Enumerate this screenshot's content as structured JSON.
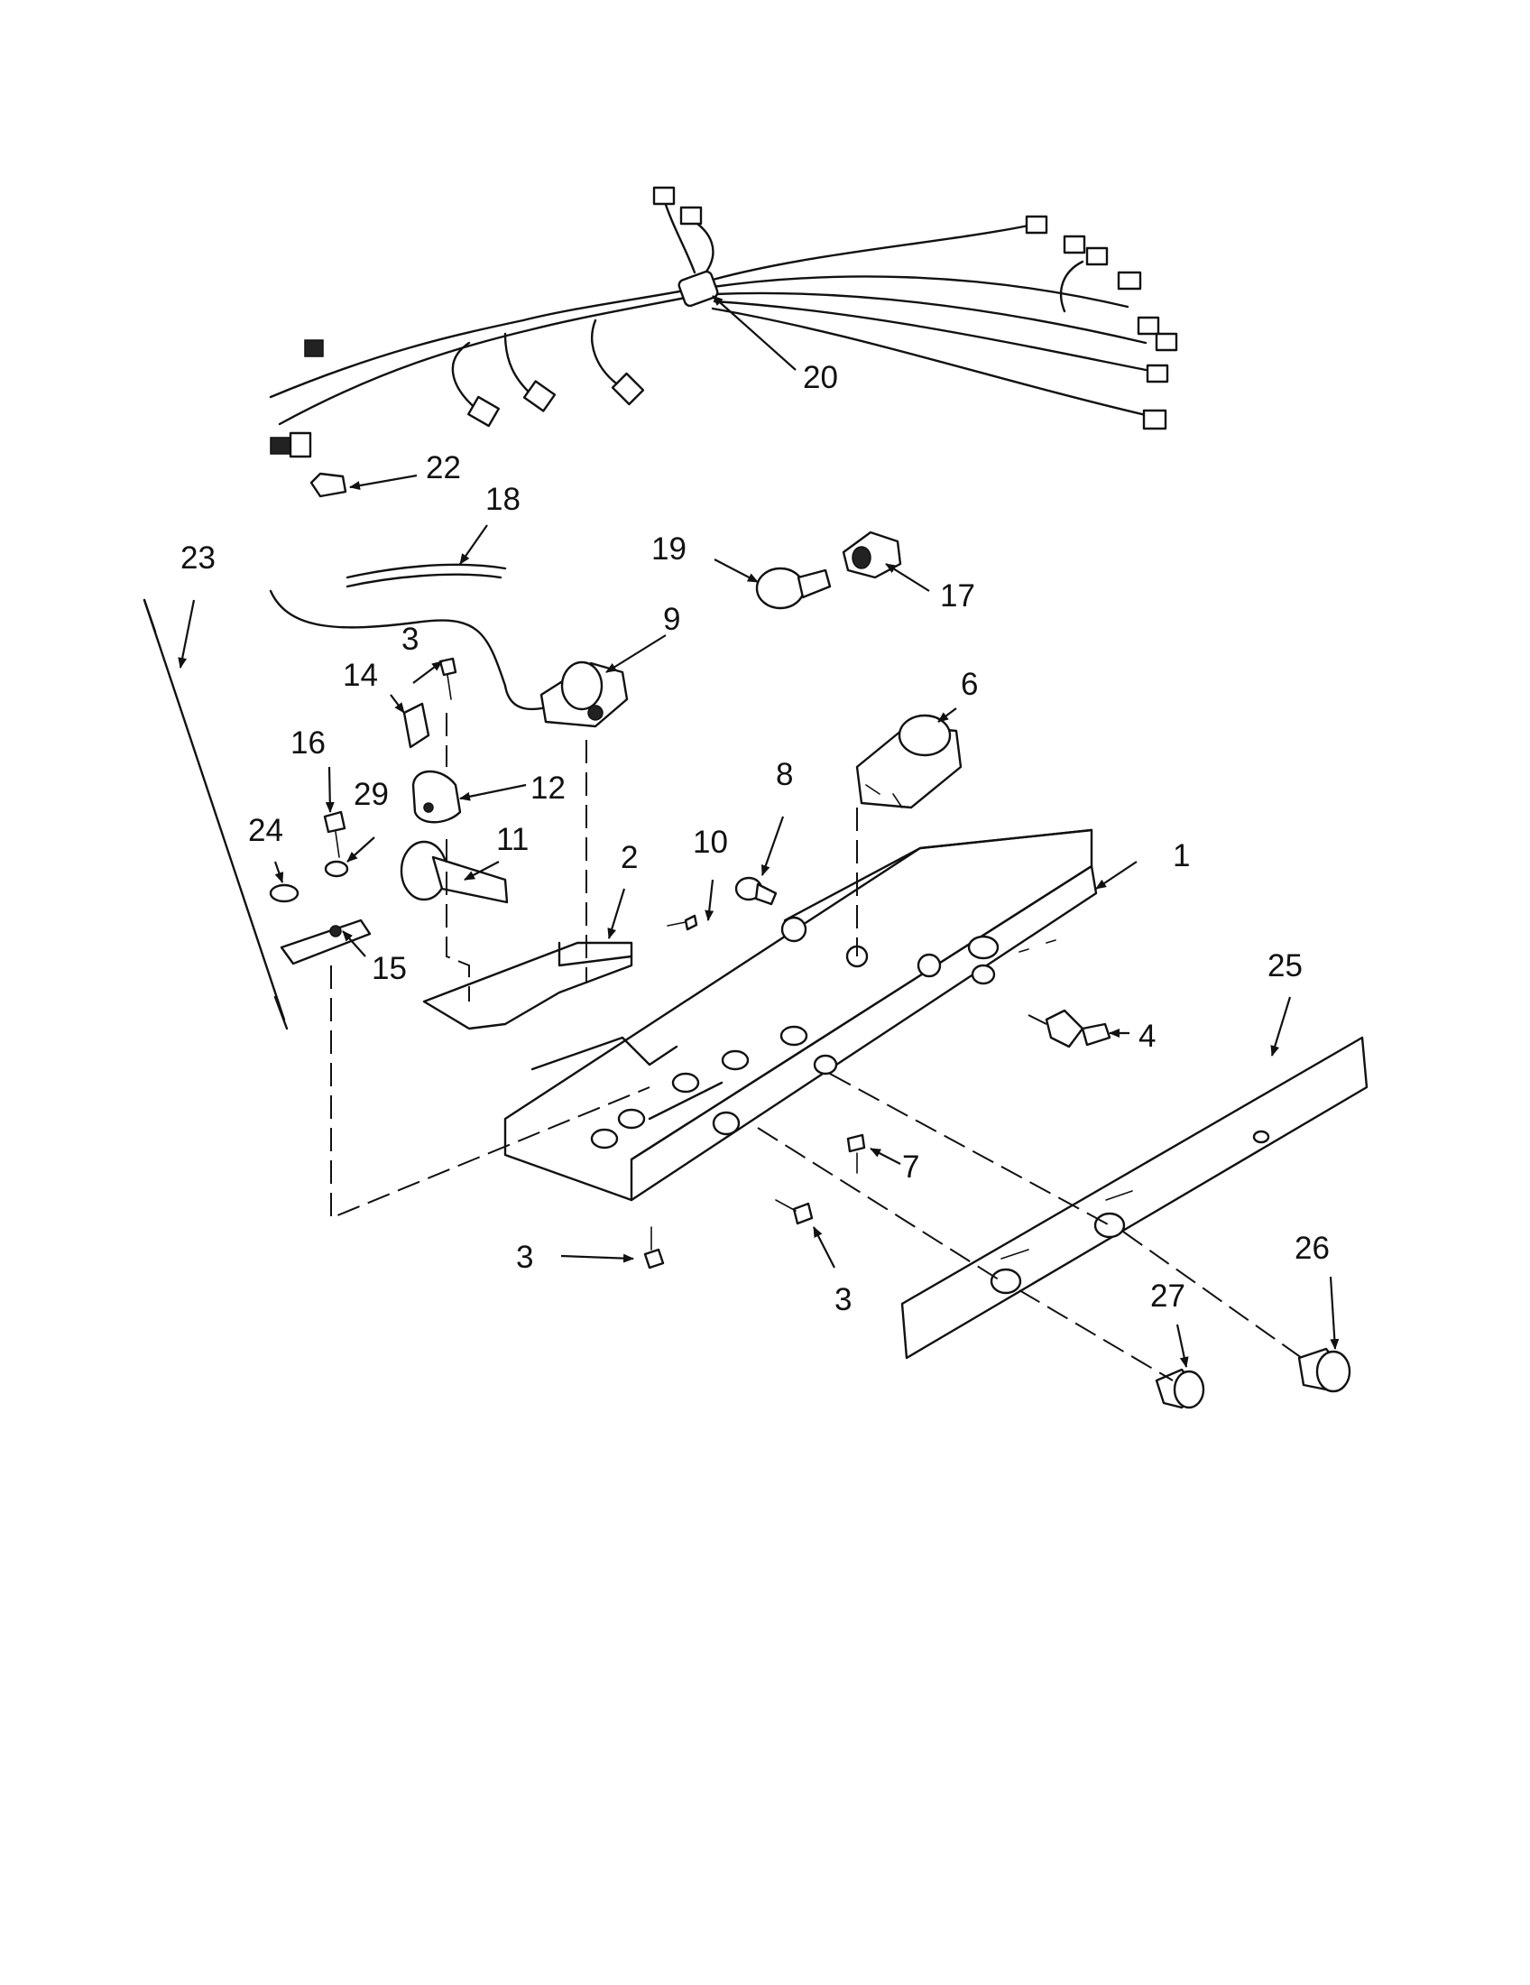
{
  "callouts": [
    {
      "id": "c1",
      "text": "1"
    },
    {
      "id": "c2",
      "text": "2"
    },
    {
      "id": "c3a",
      "text": "3"
    },
    {
      "id": "c3b",
      "text": "3"
    },
    {
      "id": "c3c",
      "text": "3"
    },
    {
      "id": "c4",
      "text": "4"
    },
    {
      "id": "c6",
      "text": "6"
    },
    {
      "id": "c7",
      "text": "7"
    },
    {
      "id": "c8",
      "text": "8"
    },
    {
      "id": "c9",
      "text": "9"
    },
    {
      "id": "c10",
      "text": "10"
    },
    {
      "id": "c11",
      "text": "11"
    },
    {
      "id": "c12",
      "text": "12"
    },
    {
      "id": "c14",
      "text": "14"
    },
    {
      "id": "c15",
      "text": "15"
    },
    {
      "id": "c16",
      "text": "16"
    },
    {
      "id": "c17",
      "text": "17"
    },
    {
      "id": "c18",
      "text": "18"
    },
    {
      "id": "c19",
      "text": "19"
    },
    {
      "id": "c20",
      "text": "20"
    },
    {
      "id": "c22",
      "text": "22"
    },
    {
      "id": "c23",
      "text": "23"
    },
    {
      "id": "c24",
      "text": "24"
    },
    {
      "id": "c25",
      "text": "25"
    },
    {
      "id": "c26",
      "text": "26"
    },
    {
      "id": "c27",
      "text": "27"
    },
    {
      "id": "c29",
      "text": "29"
    }
  ]
}
